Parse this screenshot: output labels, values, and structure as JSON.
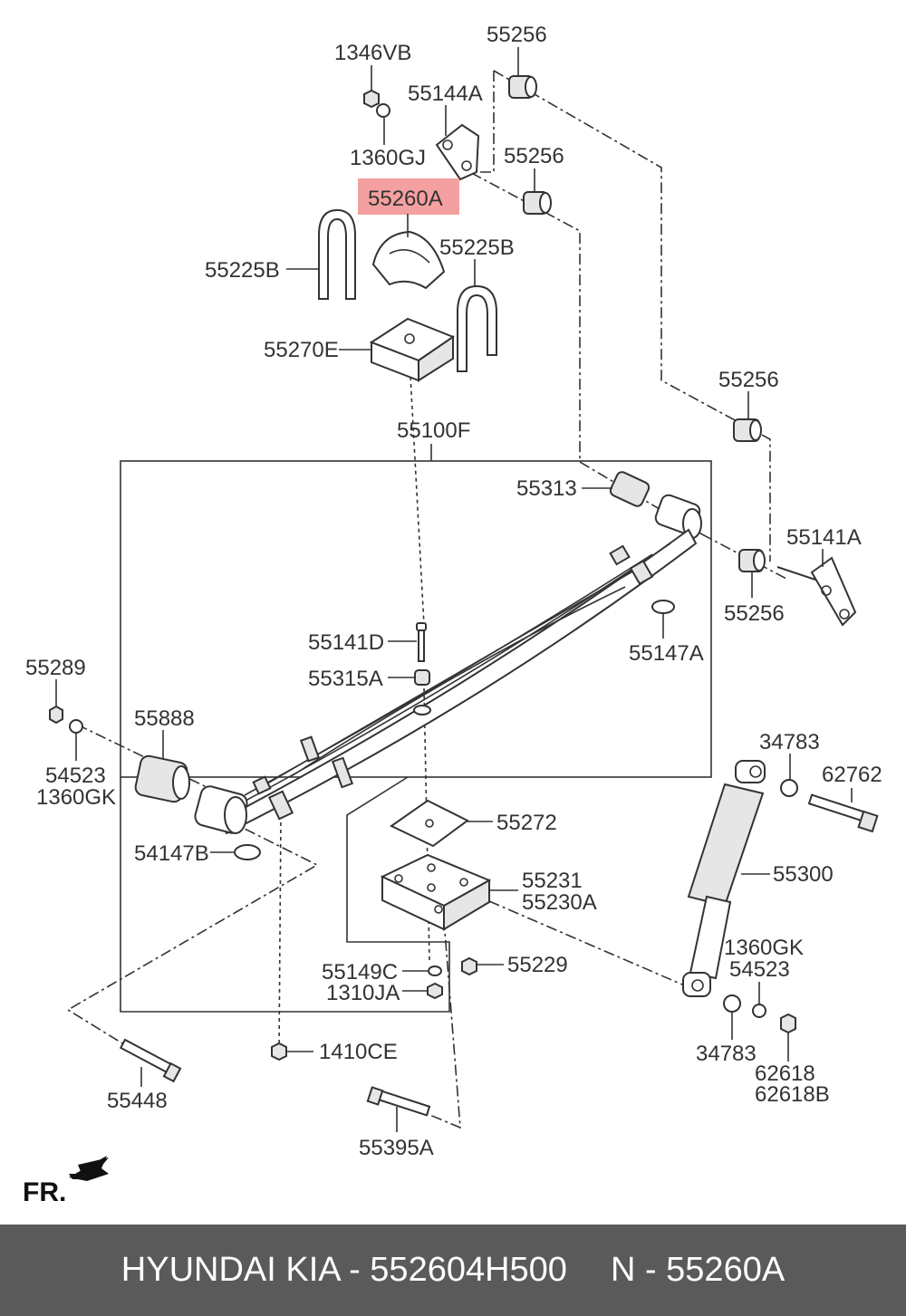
{
  "labels": {
    "l1346VB": "1346VB",
    "l55256_top": "55256",
    "l55144A": "55144A",
    "l1360GJ": "1360GJ",
    "l55256_mid": "55256",
    "l55260A": "55260A",
    "l55225B_left": "55225B",
    "l55225B_right": "55225B",
    "l55270E": "55270E",
    "l55100F": "55100F",
    "l55256_right": "55256",
    "l55313": "55313",
    "l55141A": "55141A",
    "l55256_low": "55256",
    "l55141D": "55141D",
    "l55147A": "55147A",
    "l55315A": "55315A",
    "l55289": "55289",
    "l55888": "55888",
    "l54523_left": "54523",
    "l1360GK_left": "1360GK",
    "l34783_top": "34783",
    "l62762": "62762",
    "l54147B": "54147B",
    "l55272": "55272",
    "l55300": "55300",
    "l55231": "55231",
    "l55230A": "55230A",
    "l1360GK_right": "1360GK",
    "l55149C": "55149C",
    "l55229": "55229",
    "l54523_right": "54523",
    "l1310JA": "1310JA",
    "l1410CE": "1410CE",
    "l34783_bot": "34783",
    "l62618": "62618",
    "l62618B": "62618B",
    "l55448": "55448",
    "l55395A": "55395A",
    "fr": "FR."
  },
  "highlight_color": "#f4a0a0",
  "footer": {
    "brand": "HYUNDAI  KIA - 552604H500",
    "part": "N - 55260A"
  }
}
